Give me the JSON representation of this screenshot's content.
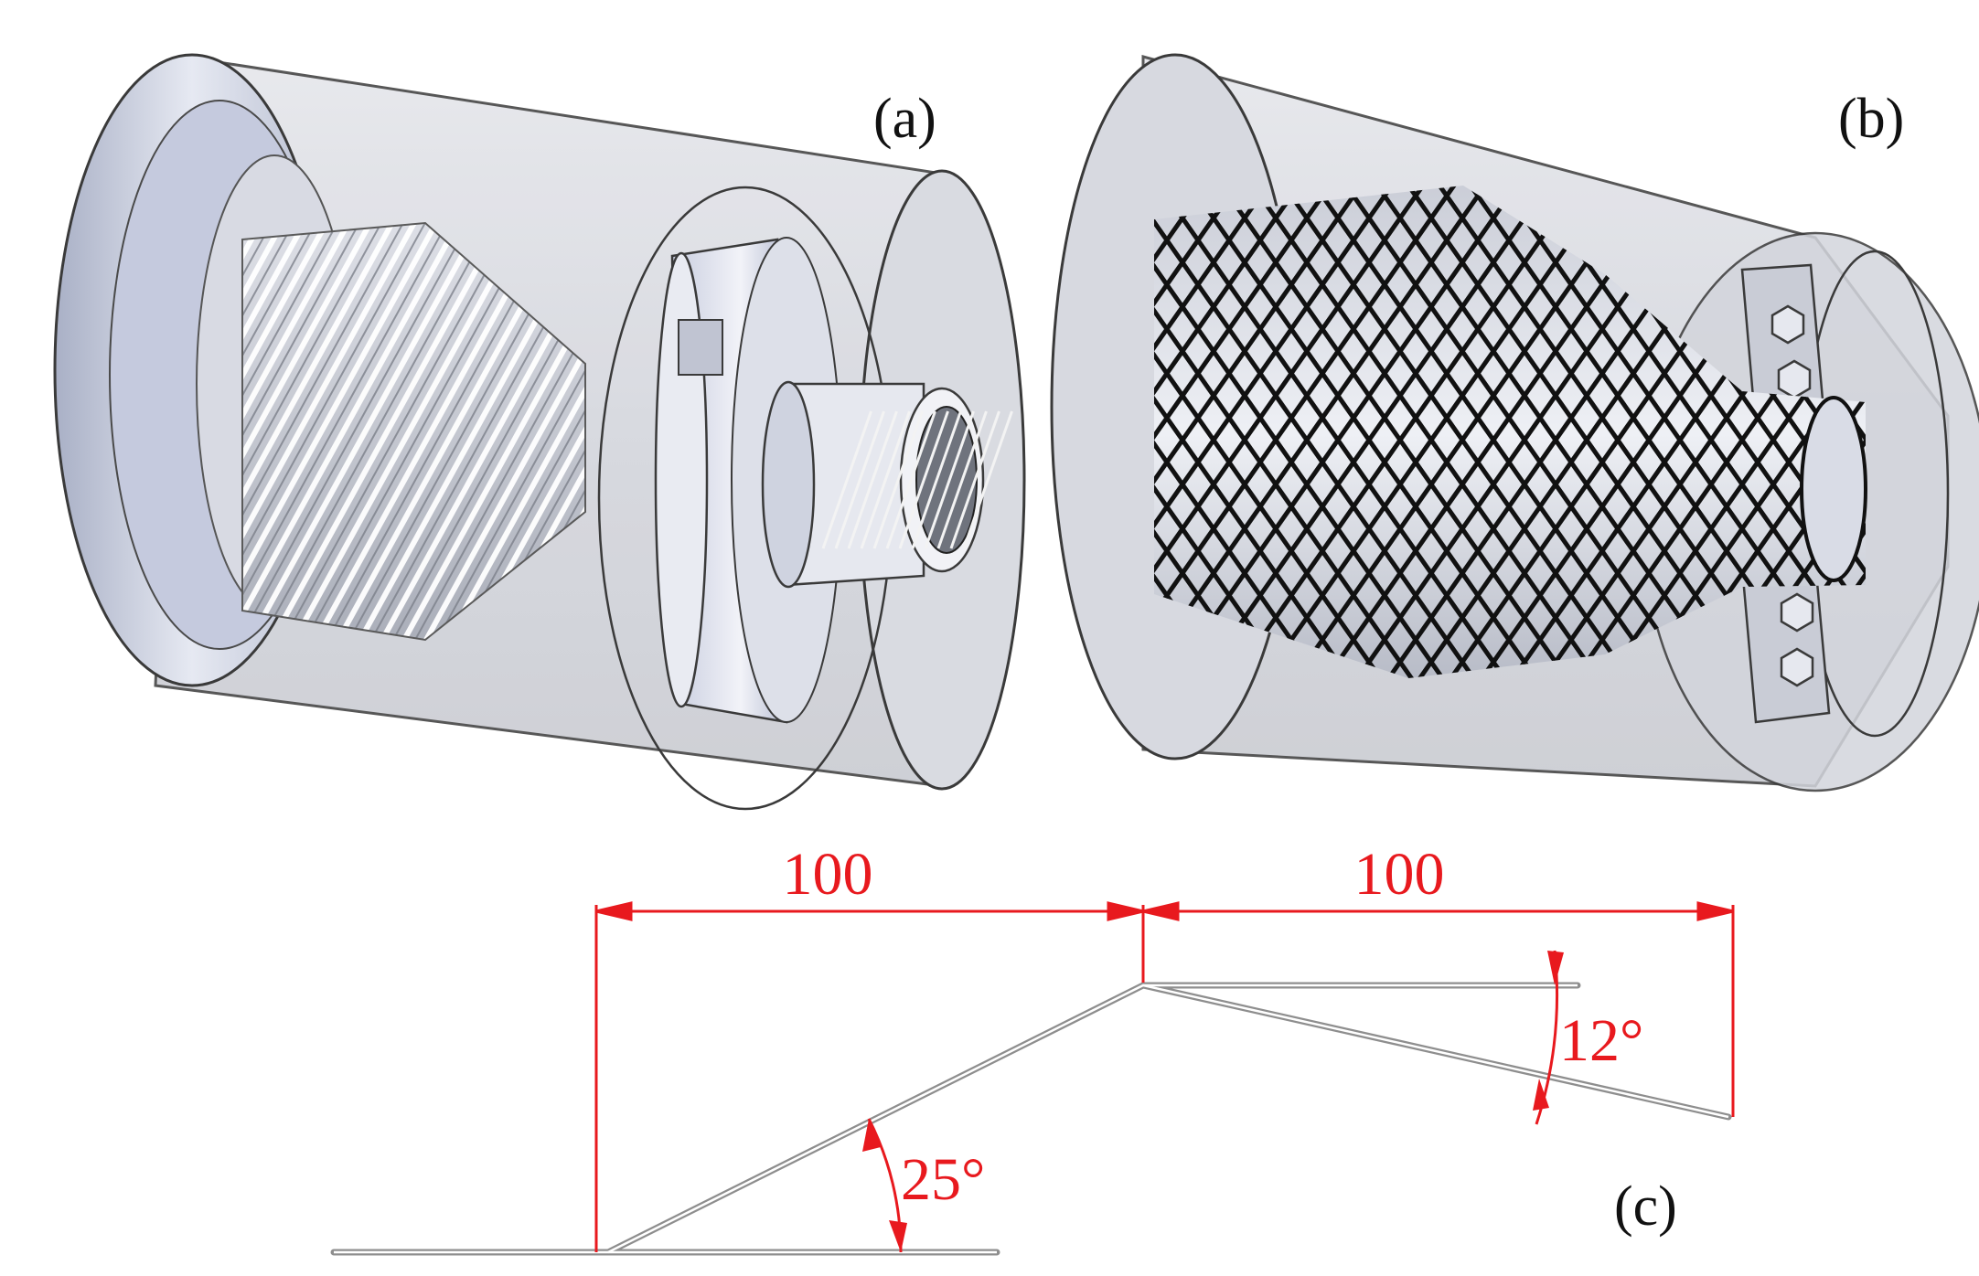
{
  "panels": {
    "a": {
      "label": "(a)"
    },
    "b": {
      "label": "(b)"
    },
    "c": {
      "label": "(c)"
    }
  },
  "dimensions": {
    "left_length": "100",
    "right_length": "100",
    "inlet_angle": "25°",
    "outlet_angle": "12°"
  },
  "colors": {
    "dimension": "#e8191e",
    "body_fill": "#cdd0d8",
    "body_edge": "#3a3a3a",
    "mesh_light": "#ffffff",
    "mesh_dark": "#111111",
    "profile": "#8e8e8e"
  }
}
